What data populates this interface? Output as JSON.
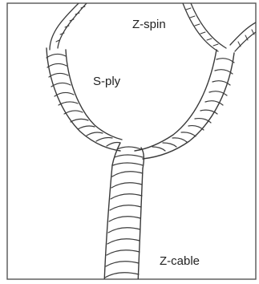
{
  "diagram": {
    "labels": {
      "z_spin": "Z-spin",
      "s_ply": "S-ply",
      "z_cable": "Z-cable"
    },
    "colors": {
      "background": "#ffffff",
      "stroke": "#3a3a3a",
      "frame": "#555555"
    },
    "icons": [
      "rope-strand-icon",
      "rope-ply-icon",
      "rope-cable-icon"
    ]
  }
}
